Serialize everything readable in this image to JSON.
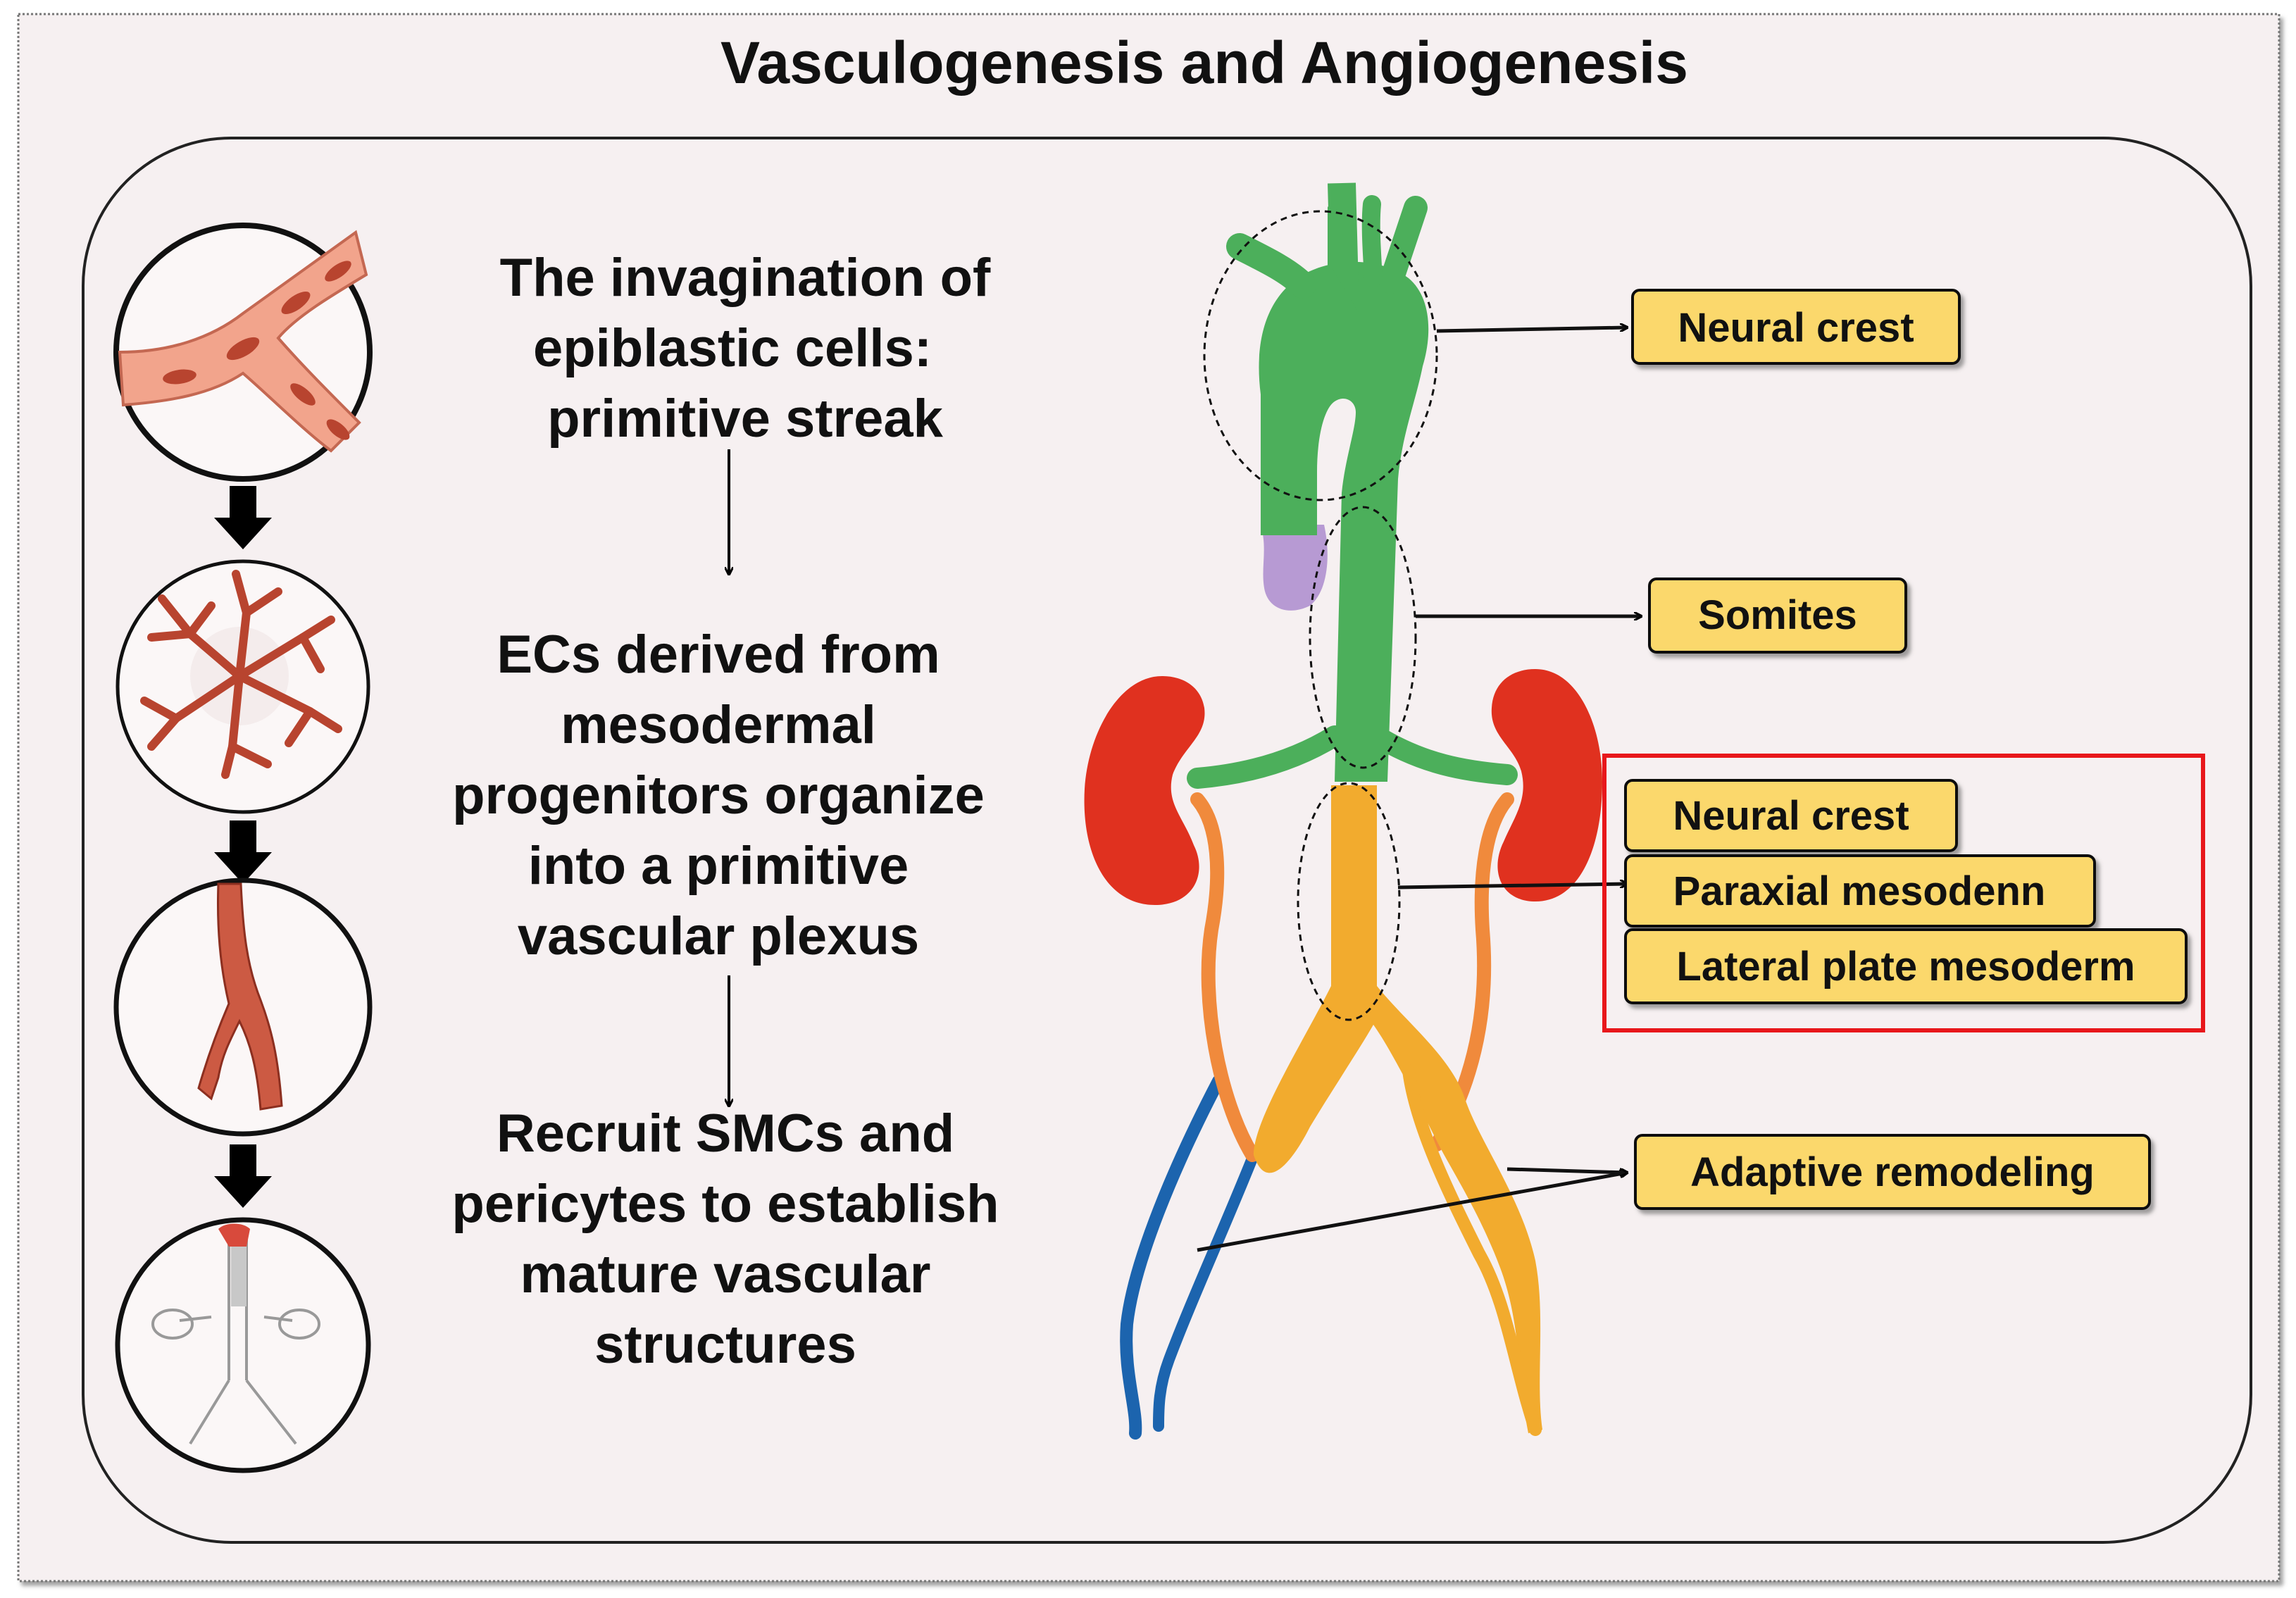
{
  "title": "Vasculogenesis and Angiogenesis",
  "steps": {
    "step1": [
      "The invagination of",
      "epiblastic cells:",
      "primitive streak"
    ],
    "step2": [
      "ECs derived from",
      "mesodermal",
      "progenitors organize",
      "into a primitive",
      "vascular plexus"
    ],
    "step3": [
      "Recruit SMCs and",
      "pericytes to establish",
      "mature vascular",
      "structures"
    ]
  },
  "labels": {
    "neural_crest_top": "Neural crest",
    "somites": "Somites",
    "neural_crest_box": "Neural crest",
    "paraxial": "Paraxial mesodenn",
    "lateral": "Lateral plate mesoderm",
    "adaptive": "Adaptive remodeling"
  },
  "colors": {
    "label_fill": "#fbd86c",
    "highlight_border": "#e8171b",
    "aorta_green": "#4caf5b",
    "abdominal_orange": "#f2ab2e",
    "kidney_red": "#e0311f",
    "vein_blue": "#1c64ae",
    "vessel_pink": "#f2a48c",
    "vessel_dark_red": "#b8442f",
    "purple": "#b79ad3"
  }
}
